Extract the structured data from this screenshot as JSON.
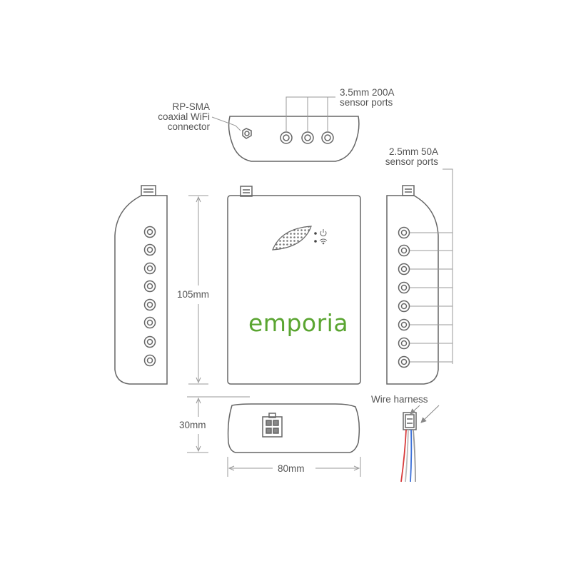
{
  "labels": {
    "rp_sma_line1": "RP-SMA",
    "rp_sma_line2": "coaxial WiFi",
    "rp_sma_line3": "connector",
    "port_200a_line1": "3.5mm 200A",
    "port_200a_line2": "sensor ports",
    "port_50a_line1": "2.5mm 50A",
    "port_50a_line2": "sensor ports",
    "height_dim": "105mm",
    "depth_dim": "30mm",
    "width_dim": "80mm",
    "wire_harness": "Wire harness",
    "brand": "emporia"
  },
  "colors": {
    "outline": "#666666",
    "text": "#555555",
    "brand": "#5aa531",
    "wire_red": "#d83a3a",
    "wire_blue": "#3a6fd8",
    "wire_white": "#bbbbbb"
  },
  "icons": [
    "power-icon",
    "wifi-icon"
  ]
}
